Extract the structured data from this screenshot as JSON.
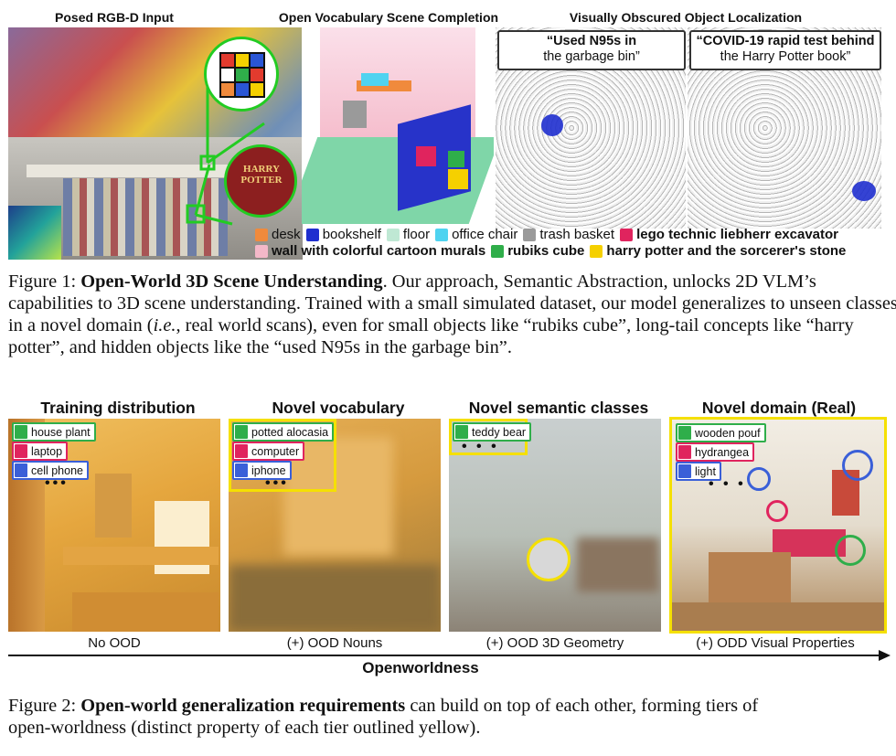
{
  "figure1": {
    "panel_titles": [
      "Posed RGB-D Input",
      "Open Vocabulary Scene Completion",
      "Visually Obscured Object Localization"
    ],
    "quote_left": {
      "line1": "“Used N95s in",
      "line2": "the garbage bin”"
    },
    "quote_right": {
      "line1": "“COVID-19 rapid test behind",
      "line2": "the Harry Potter book”"
    },
    "book_text": "HARRY POTTER",
    "legend_row1": [
      {
        "label": "desk",
        "color": "#f08a3c",
        "bold": false
      },
      {
        "label": "bookshelf",
        "color": "#1f2fcf",
        "bold": false
      },
      {
        "label": "floor",
        "color": "#bfe8d4",
        "bold": false
      },
      {
        "label": "office chair",
        "color": "#4fd3f0",
        "bold": false
      },
      {
        "label": "trash basket",
        "color": "#9a9a9a",
        "bold": false
      },
      {
        "label": "lego technic liebherr excavator",
        "color": "#e0245e",
        "bold": true
      }
    ],
    "legend_row2": [
      {
        "label": "wall with colorful cartoon murals",
        "color": "#f4b8c8",
        "bold": true
      },
      {
        "label": "rubiks cube",
        "color": "#2fae4a",
        "bold": true
      },
      {
        "label": "harry potter and the sorcerer's stone",
        "color": "#f5d000",
        "bold": true
      }
    ],
    "caption": {
      "prefix": "Figure 1:  ",
      "title": "Open-World 3D Scene Understanding",
      "body1": ".  Our approach, Semantic Abstraction, unlocks 2D VLM’s",
      "line2": "capabilities to 3D scene understanding. Trained with a small simulated dataset, our model generalizes to unseen classes",
      "line3a": "in a novel domain (",
      "line3i": "i.e.",
      "line3b": ", real world scans), even for small objects like “rubiks cube”, long-tail concepts like “harry",
      "line4": "potter”, and hidden objects like the “used N95s in the garbage bin”."
    }
  },
  "figure2": {
    "tiers": [
      {
        "title": "Training distribution",
        "bottom": "No OOD",
        "tags": [
          {
            "label": "house plant",
            "color": "#2fae4a"
          },
          {
            "label": "laptop",
            "color": "#e0245e"
          },
          {
            "label": "cell phone",
            "color": "#3a5fd8"
          }
        ],
        "dots": "•••"
      },
      {
        "title": "Novel vocabulary",
        "bottom": "(+) OOD Nouns",
        "tags": [
          {
            "label": "potted alocasia",
            "color": "#2fae4a"
          },
          {
            "label": "computer",
            "color": "#e0245e"
          },
          {
            "label": "iphone",
            "color": "#3a5fd8"
          }
        ],
        "dots": "•••"
      },
      {
        "title": "Novel semantic classes",
        "bottom": "(+) OOD 3D Geometry",
        "tags": [
          {
            "label": "teddy bear",
            "color": "#2fae4a"
          }
        ],
        "dots": "•  •  •"
      },
      {
        "title": "Novel domain (Real)",
        "bottom": "(+) ODD Visual Properties",
        "tags": [
          {
            "label": "wooden pouf",
            "color": "#2fae4a"
          },
          {
            "label": "hydrangea",
            "color": "#e0245e"
          },
          {
            "label": "light",
            "color": "#3a5fd8"
          }
        ],
        "dots": "•  •  •"
      }
    ],
    "axis_label": "Openworldness",
    "highlight_color": "#f5e000",
    "caption": {
      "prefix": "Figure 2:  ",
      "title": "Open-world generalization requirements",
      "body1": " can build on top of each other, forming tiers of",
      "line2": "open-worldness (distinct property of each tier outlined yellow)."
    }
  }
}
